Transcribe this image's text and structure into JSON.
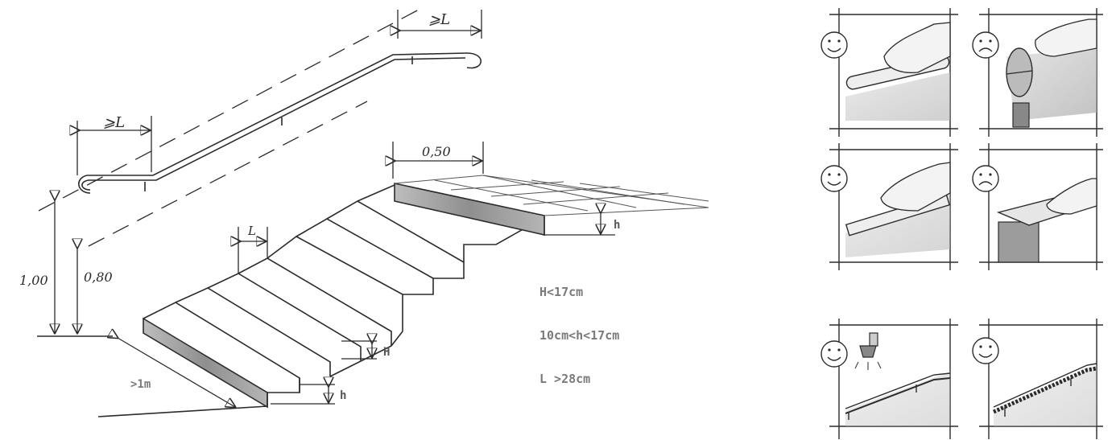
{
  "stair": {
    "dims": {
      "ge_l_top": "⩾L",
      "ge_l_left": "⩾L",
      "width_950": "0,50",
      "tread_l": "L",
      "h_top": "h",
      "h_bottom": "h",
      "H_riser": "H",
      "height_100": "1,00",
      "height_080": "0,80",
      "width_1m": ">1m"
    },
    "specs": {
      "riser_max": "H<17cm",
      "riser_range": "10cm<h<17cm",
      "tread_min": "L >28cm"
    }
  },
  "handrail_examples": [
    {
      "rating": "good",
      "profile": "round-rail"
    },
    {
      "rating": "bad",
      "profile": "oversized-round"
    },
    {
      "rating": "good",
      "profile": "square-rail"
    },
    {
      "rating": "bad",
      "profile": "flat-wide-board"
    },
    {
      "rating": "good",
      "profile": "lit-rail"
    },
    {
      "rating": "good",
      "profile": "textured-rail"
    }
  ],
  "colors": {
    "ink": "#2b2b2b",
    "shadow": "#9a9a9a",
    "spec_text": "#7a7a7a"
  }
}
